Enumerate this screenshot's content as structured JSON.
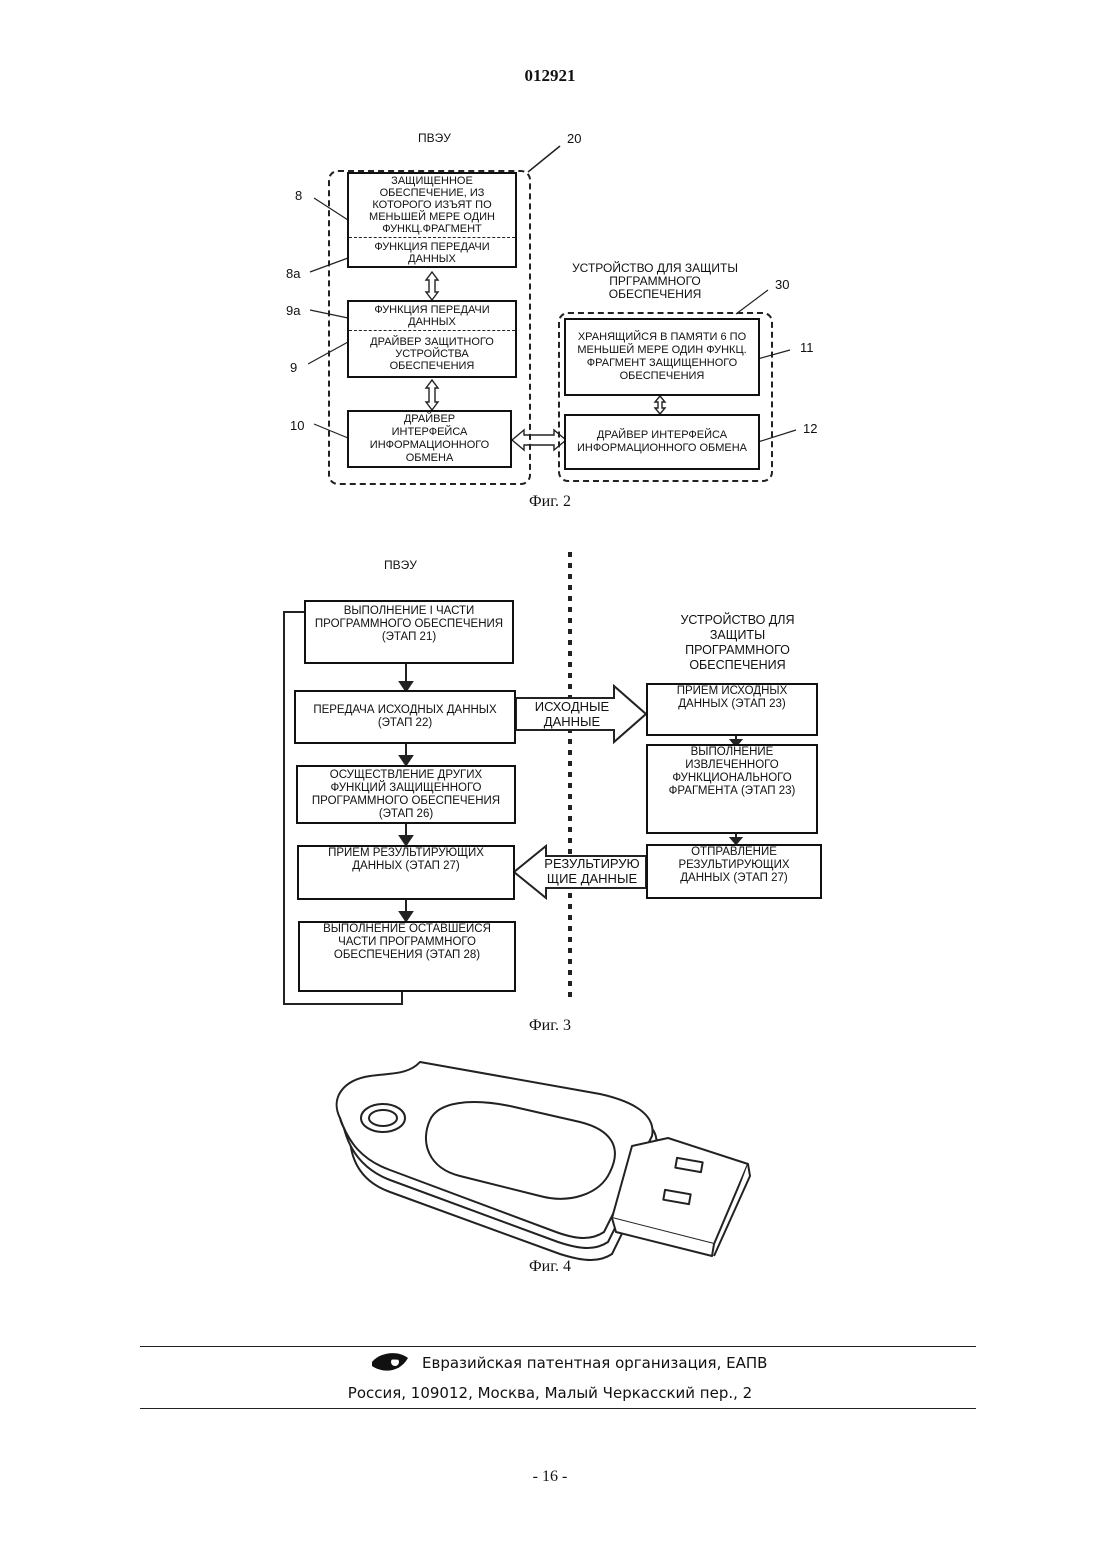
{
  "header": {
    "doc_number": "012921"
  },
  "fig2": {
    "pc_label": "ПВЭУ",
    "ref_20": "20",
    "ref_8": "8",
    "ref_8a": "8a",
    "ref_9a": "9a",
    "ref_9": "9",
    "ref_10": "10",
    "ref_30": "30",
    "ref_11": "11",
    "ref_12": "12",
    "box8_top": "ЗАЩИЩЕННОЕ ОБЕСПЕЧЕНИЕ, ИЗ КОТОРОГО ИЗЪЯТ ПО МЕНЬШЕЙ МЕРЕ ОДИН ФУНКЦ.ФРАГМЕНТ",
    "box8_bottom": "ФУНКЦИЯ ПЕРЕДАЧИ ДАННЫХ",
    "box9_top": "ФУНКЦИЯ ПЕРЕДАЧИ ДАННЫХ",
    "box9_bottom": "ДРАЙВЕР ЗАЩИТНОГО УСТРОЙСТВА ОБЕСПЕЧЕНИЯ",
    "box10": "ДРАЙВЕР ИНТЕРФЕЙСА ИНФОРМАЦИОННОГО ОБМЕНА",
    "device_title": "УСТРОЙСТВО ДЛЯ ЗАЩИТЫ ПРГРАММНОГО ОБЕСПЕЧЕНИЯ",
    "box11": "ХРАНЯЩИЙСЯ В ПАМЯТИ 6 ПО МЕНЬШЕЙ МЕРЕ ОДИН ФУНКЦ. ФРАГМЕНТ ЗАЩИЩЕННОГО ОБЕСПЕЧЕНИЯ",
    "box12": "ДРАЙВЕР ИНТЕРФЕЙСА ИНФОРМАЦИОННОГО ОБМЕНА",
    "caption": "Фиг. 2"
  },
  "fig3": {
    "pc_label": "ПВЭУ",
    "device_title": "УСТРОЙСТВО ДЛЯ ЗАЩИТЫ ПРОГРАММНОГО ОБЕСПЕЧЕНИЯ",
    "step21": "ВЫПОЛНЕНИЕ I ЧАСТИ ПРОГРАММНОГО ОБЕСПЕЧЕНИЯ (ЭТАП 21)",
    "step22": "ПЕРЕДАЧА ИСХОДНЫХ ДАННЫХ (ЭТАП 22)",
    "step26": "ОСУЩЕСТВЛЕНИЕ ДРУГИХ ФУНКЦИЙ ЗАЩИЩЕННОГО ПРОГРАММНОГО ОБЕСПЕЧЕНИЯ (ЭТАП 26)",
    "step27": "ПРИЁМ РЕЗУЛЬТИРУЮЩИХ ДАННЫХ (ЭТАП 27)",
    "step28": "ВЫПОЛНЕНИЕ ОСТАВШЕЙСЯ ЧАСТИ ПРОГРАММНОГО ОБЕСПЕЧЕНИЯ (ЭТАП 28)",
    "dev_step23a": "ПРИЁМ ИСХОДНЫХ ДАННЫХ (ЭТАП 23)",
    "dev_step23b": "ВЫПОЛНЕНИЕ ИЗВЛЕЧЕННОГО ФУНКЦИОНАЛЬНОГО ФРАГМЕНТА (ЭТАП 23)",
    "dev_step27": "ОТПРАВЛЕНИЕ РЕЗУЛЬТИРУЮЩИХ ДАННЫХ (ЭТАП 27)",
    "arrow_source_l1": "ИСХОДНЫЕ",
    "arrow_source_l2": "ДАННЫЕ",
    "arrow_result_l1": "РЕЗУЛЬТИРУЮ",
    "arrow_result_l2": "ЩИЕ ДАННЫЕ",
    "caption": "Фиг. 3"
  },
  "fig4": {
    "caption": "Фиг. 4"
  },
  "footer": {
    "org": "Евразийская патентная организация, ЕАПВ",
    "address": "Россия, 109012, Москва, Малый Черкасский пер., 2",
    "page": "- 16 -"
  }
}
